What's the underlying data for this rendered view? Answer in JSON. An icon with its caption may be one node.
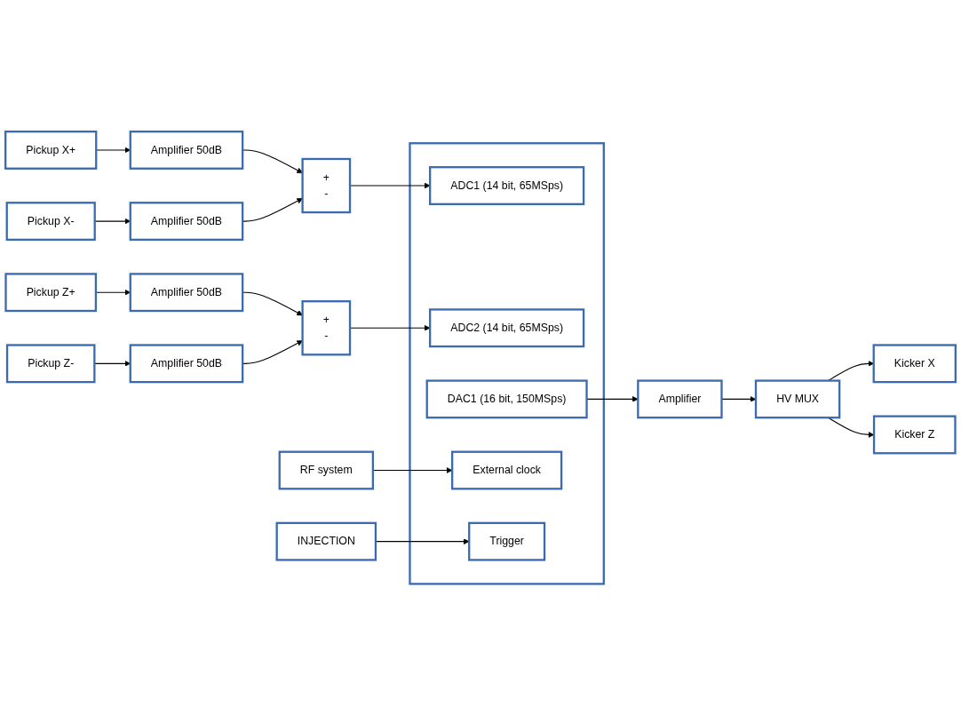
{
  "diagram": {
    "nodes": [
      {
        "text": [
          "Pickup X+"
        ]
      },
      {
        "text": [
          "Amplifier 50dB"
        ]
      },
      {
        "text": [
          "+",
          "-"
        ]
      },
      {
        "text": [],
        "shape": "box"
      },
      {
        "text": [
          "ADC1 (14 bit, 65MSps)"
        ],
        "in": 3
      },
      {
        "text": [
          "Pickup X-"
        ]
      },
      {
        "text": [
          "Amplifier 50dB"
        ]
      },
      {
        "text": [
          "Pickup Z+"
        ]
      },
      {
        "text": [
          "Amplifier 50dB"
        ]
      },
      {
        "text": [
          "+",
          "-"
        ]
      },
      {
        "text": [
          "ADC2 (14 bit, 65MSps)"
        ],
        "in": 3
      },
      {
        "text": [
          "Pickup Z-"
        ]
      },
      {
        "text": [
          "Amplifier 50dB"
        ]
      },
      {
        "text": [
          "Kicker X"
        ]
      },
      {
        "text": [
          "HV MUX"
        ]
      },
      {
        "text": [
          "Amplifier"
        ]
      },
      {
        "text": [
          "DAC1 (16 bit, 150MSps)"
        ],
        "in": 3
      },
      {
        "text": [
          "Kicker Z"
        ]
      },
      {
        "text": [
          "RF system"
        ]
      },
      {
        "text": [
          "External clock"
        ],
        "in": 3
      },
      {
        "text": [
          "INJECTION"
        ]
      },
      {
        "text": [
          "Trigger"
        ],
        "in": 3
      }
    ],
    "edges": [
      {
        "from": 0,
        "to": 1,
        "arrow": "to"
      },
      {
        "from": 1,
        "to": 2,
        "arrow": "to"
      },
      {
        "from": 5,
        "to": 6,
        "arrow": "to"
      },
      {
        "from": 6,
        "to": 2,
        "arrow": "to"
      },
      {
        "from": 2,
        "to": 4,
        "arrow": "to"
      },
      {
        "from": 7,
        "to": 8,
        "arrow": "to"
      },
      {
        "from": 8,
        "to": 9,
        "arrow": "to"
      },
      {
        "from": 11,
        "to": 12,
        "arrow": "to"
      },
      {
        "from": 12,
        "to": 9,
        "arrow": "to"
      },
      {
        "from": 9,
        "to": 10,
        "arrow": "to"
      },
      {
        "from": 16,
        "to": 15,
        "arrow": "to"
      },
      {
        "from": 15,
        "to": 14,
        "arrow": "to"
      },
      {
        "from": 14,
        "to": 13,
        "arrow": "to"
      },
      {
        "from": 14,
        "to": 17,
        "arrow": "to"
      },
      {
        "from": 18,
        "to": 19,
        "arrow": "to"
      },
      {
        "from": 20,
        "to": 21,
        "arrow": "to"
      }
    ]
  }
}
